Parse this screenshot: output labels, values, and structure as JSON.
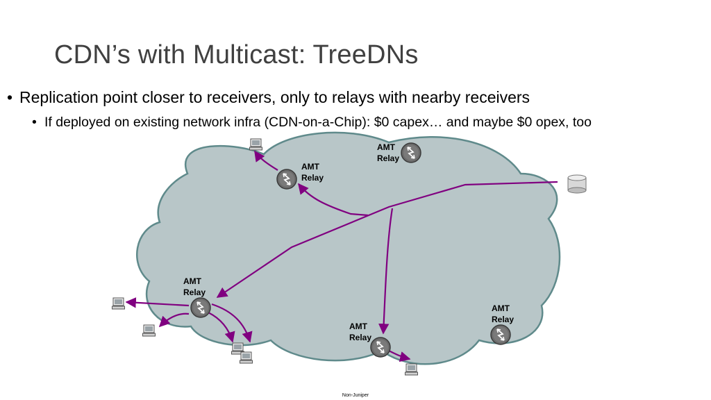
{
  "slide": {
    "title": "CDN’s with Multicast: TreeDNs",
    "bullet_1": "Replication point closer to receivers, only to relays with nearby receivers",
    "bullet_2": "If deployed on existing network infra (CDN-on-a-Chip): $0 capex… and maybe $0 opex, too",
    "footer": "Non-Juniper"
  },
  "diagram": {
    "relays": [
      {
        "line1": "AMT",
        "line2": "Relay"
      },
      {
        "line1": "AMT",
        "line2": "Relay"
      },
      {
        "line1": "AMT",
        "line2": "Relay"
      },
      {
        "line1": "AMT",
        "line2": "Relay"
      },
      {
        "line1": "AMT",
        "line2": "Relay"
      }
    ],
    "colors": {
      "cloud_fill": "#b8c6c8",
      "cloud_stroke": "#5f8a8b",
      "flow": "#800080",
      "router": "#6b6b6b"
    },
    "icons": [
      "router-icon",
      "computer-icon",
      "server-icon"
    ]
  }
}
